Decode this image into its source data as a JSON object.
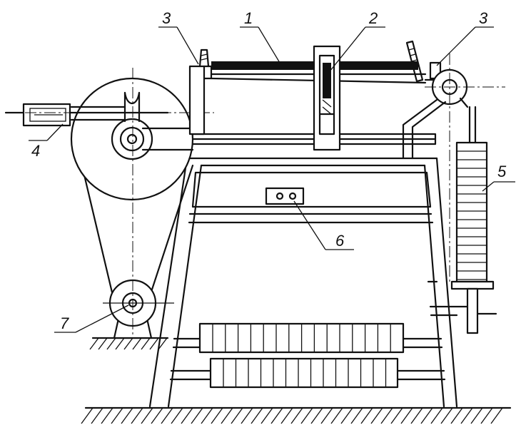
{
  "callouts": {
    "c1": "1",
    "c2": "2",
    "c3_left": "3",
    "c3_right": "3",
    "c4": "4",
    "c5": "5",
    "c6": "6",
    "c7": "7"
  }
}
